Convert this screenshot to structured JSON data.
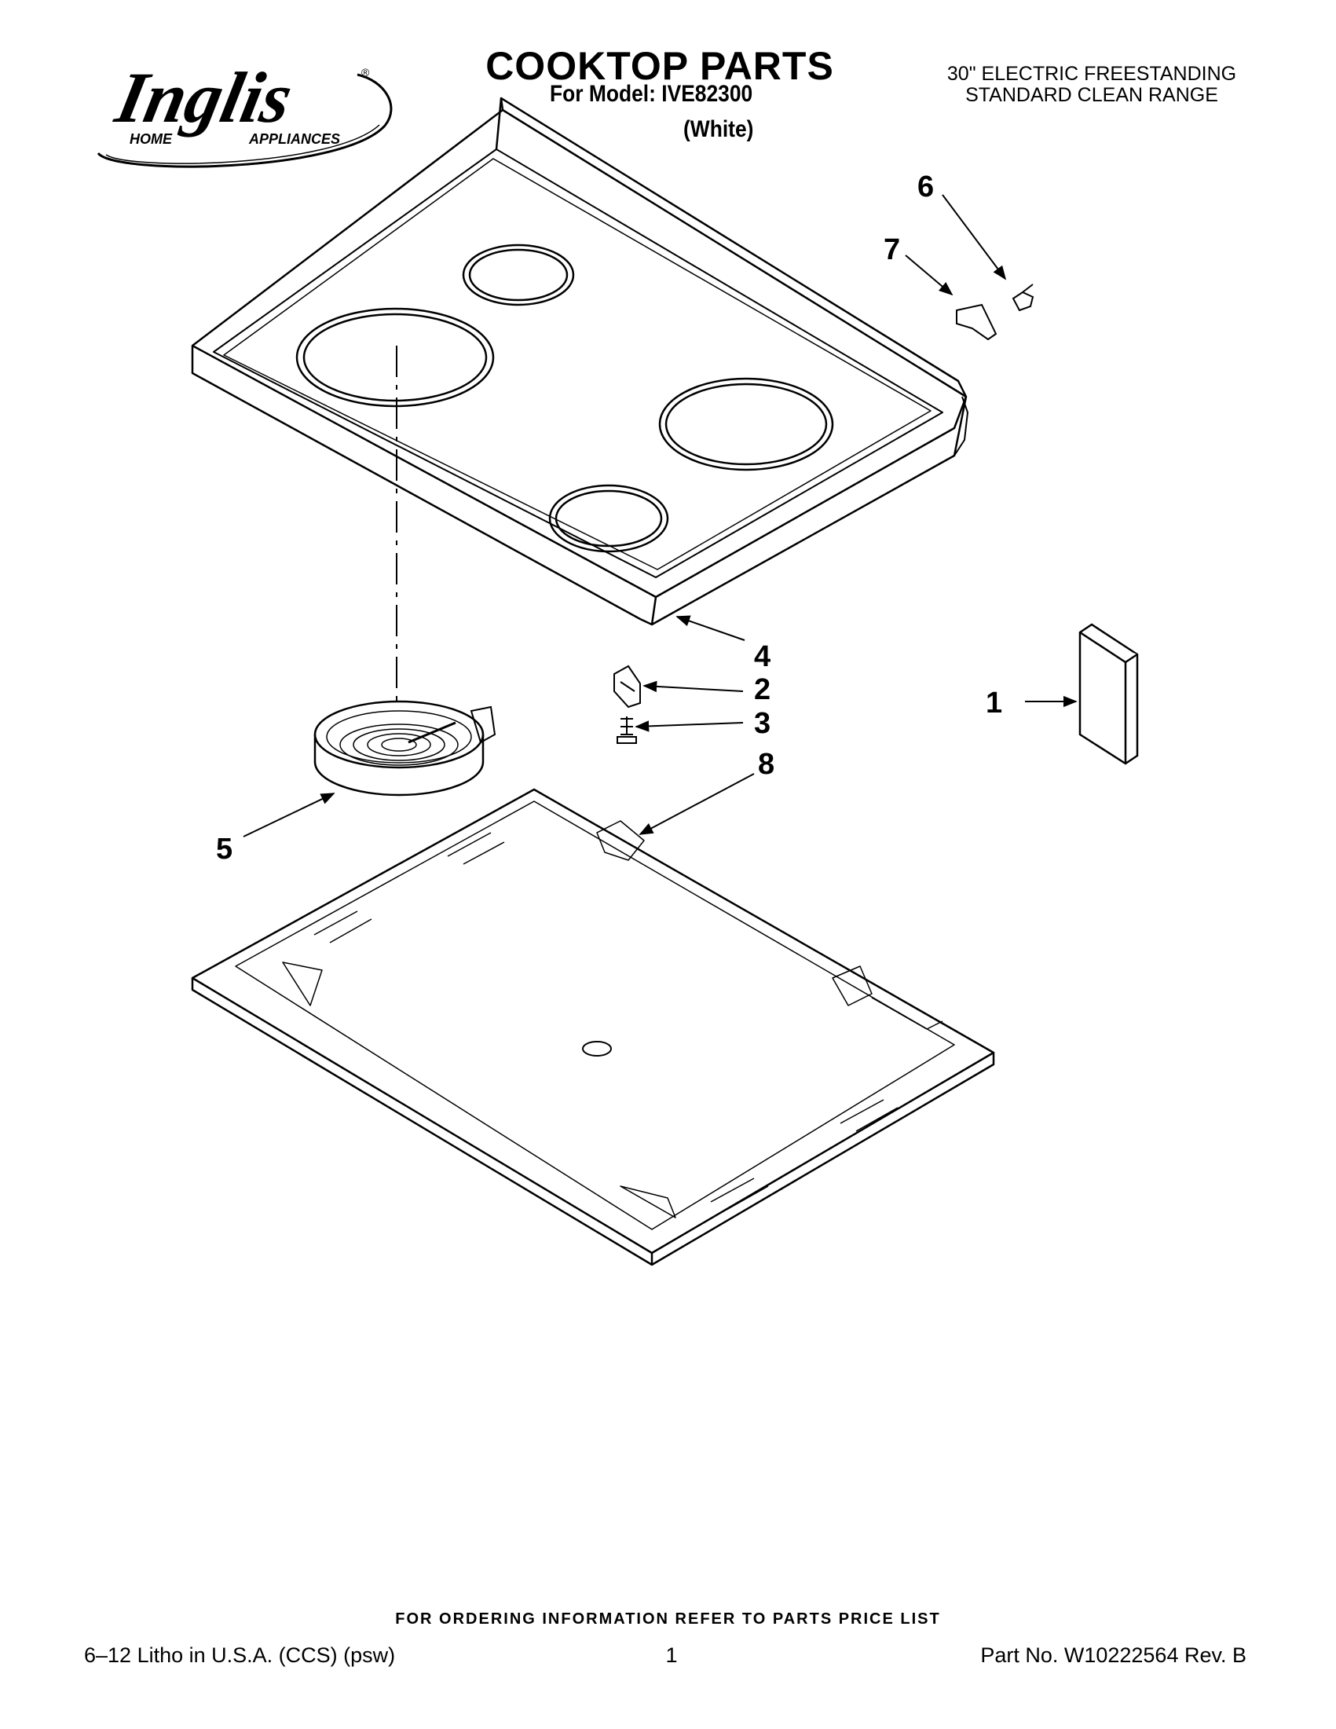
{
  "header": {
    "brand": "Inglis",
    "brand_tagline_left": "HOME",
    "brand_tagline_right": "APPLIANCES",
    "title": "COOKTOP PARTS",
    "model_line": "For Model: IVE82300",
    "color_line": "(White)",
    "product_line_1": "30\" ELECTRIC FREESTANDING",
    "product_line_2": "STANDARD CLEAN RANGE"
  },
  "callouts": {
    "c1": "1",
    "c2": "2",
    "c3": "3",
    "c4": "4",
    "c5": "5",
    "c6": "6",
    "c7": "7",
    "c8": "8"
  },
  "footer": {
    "ordering_note": "FOR ORDERING INFORMATION REFER TO PARTS PRICE LIST",
    "litho": "6–12 Litho in U.S.A. (CCS) (psw)",
    "page_number": "1",
    "part_number": "Part No. W10222564 Rev. B"
  },
  "colors": {
    "ink": "#000000",
    "paper": "#ffffff"
  }
}
